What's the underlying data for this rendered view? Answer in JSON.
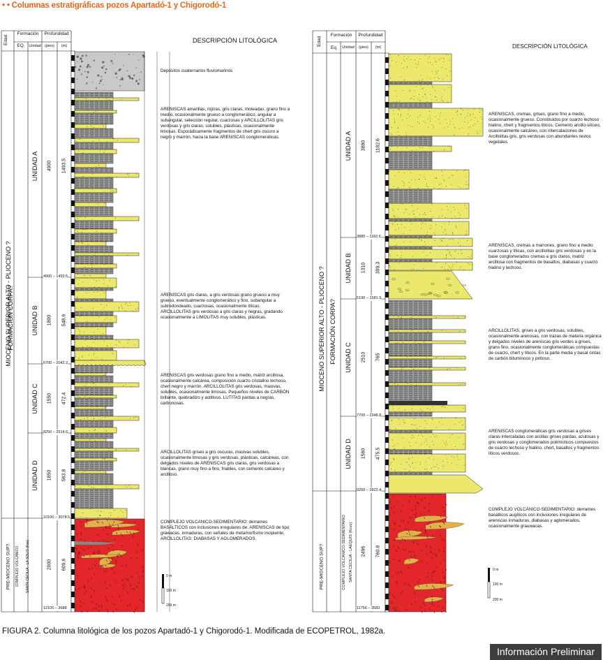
{
  "header": {
    "title": "• • Columnas estratigráficas pozos Apartadó-1 y Chigorodó-1"
  },
  "footer": {
    "caption": "FIGURA 2. Columna litológica de los pozos Apartadó-1 y Chigorodó-1. Modificada de ECOPETROL, 1982a.",
    "badge": "Información Preliminar"
  },
  "colors": {
    "sandstone": "#ece86c",
    "claystone": "#9a9a9a",
    "quaternary": "#c9c9c9",
    "volcanic": "#e3262a",
    "volcanic_inclusion": "#e3b14a",
    "title_orange": "#e8661a"
  },
  "apartado": {
    "col_edad": "Edad",
    "col_formacion": "Formación",
    "col_eq": "EQ.",
    "col_unidad": "Unidad",
    "col_profundidad": "Profundidad",
    "col_pies": "(pies)",
    "col_m": "(m)",
    "desc_title": "DESCRIPCIÓN LITOLÓGICA",
    "edad_main": "MIOCENO SUPERIOR ALTO - PLIOCENO ?",
    "edad_pre": "PRE-MIOCENO SUP?",
    "formacion_main": "FORMACIÓN CORPA?",
    "formacion_pre_1": "COMPLEJO VOLCANICO",
    "formacion_pre_2": "SANTA CECILIA - LA SOLIS (Kes)",
    "units": [
      {
        "name": "UNIDAD A",
        "pies": "4900",
        "m": "1493.5"
      },
      {
        "name": "UNIDAD B",
        "pies": "1800",
        "m": "548.6"
      },
      {
        "name": "UNIDAD C",
        "pies": "1550",
        "m": "472.4"
      },
      {
        "name": "UNIDAD D",
        "pies": "1850",
        "m": "563.8"
      },
      {
        "name": "",
        "pies": "2000",
        "m": "609.6"
      }
    ],
    "boundaries": [
      {
        "pies": "4900",
        "m": "1493.5"
      },
      {
        "pies": "6700",
        "m": "2042.2"
      },
      {
        "pies": "8250",
        "m": "2514.6"
      },
      {
        "pies": "10100",
        "m": "3078.5"
      },
      {
        "pies": "12100",
        "m": "3688"
      }
    ],
    "descriptions": [
      "Depósitos cuaternarios fluviomarinos",
      "ARENISCAS amarillas, rojizas, gris claras, moteadas, grano fino a medio, ocasionalmente grueso a conglomerático, angular a subangular, selección regular, cuarzosas y ARCILLOLITAS gris verdosas y gris claras, solubles, plásticas, ocasionalmente limosas. Esporádicamente fragmentos de chert gris oscuro a negro y marrón, hacia la base ARENISCAS conglomeráticas.",
      "ARENISCAS gris claras, a gris verdosas grano grueso a muy grueso, eventualmente conglomerático y fino, subangular a subredondeado, cuarzosas, ocasionalmente líticas. ARCILLOLITAS gris verdosas a gris claras y negras, gradando ocasionalmente a LIMOLITAS muy solubles, plásticas.",
      "ARENISCAS gris verdosas grano fino a medio, matriz arcillosa, ocasionalmente calcárea, composición cuarzo cristalino lechoso, chert negro y marrón. ARCILLOLITAS gris verdosas, masivas, solubles, ocasionalmente limosas. Pequeños niveles de CARBÓN brillante, quebradizo y astilloso. LUTITAS pardas a negras, carbonosas.",
      "ARCILLOLITAS grises a gris oscuras, masivas solubles, ocasionalmente limosas y gris verdosas, plásticas, calcáreas, con delgados niveles de ARENISCAS gris claras, gris verdosas a blancas, grano muy fino a fino, friables, con cemento calcáreo y arcilloso.",
      "COMPLEJO VOLCANICO-SEDIMENTARIO: derrames BASÁLTICOS con inclusiones irregulares de: ARENISCAS de tipo grawacas, inmaduras, con señales de metamorfismo incipiente; ARCILLOLITAS; DIABASAS Y AGLOMERADOS."
    ],
    "scale": [
      "0 m",
      "100 m",
      "200 m"
    ]
  },
  "chigorodo": {
    "col_edad": "Edad",
    "col_formacion": "Formación",
    "col_eq": "Eq",
    "col_unidad": "Unidad",
    "col_profundidad": "Profundidad",
    "col_pies": "(pies)",
    "col_m": "(m)",
    "desc_title": "DESCRIPCIÓN LITOLÓGICA",
    "edad_main": "MIOCENO SUPERIOR ALTO - PLIOCENO ?",
    "edad_pre": "PRE-MIOCENO SUP?",
    "formacion_main": "FORMACIÓN CORPA?",
    "formacion_pre_1": "COMPLEJO VOLCANICO-SEDIMENTARIO",
    "formacion_pre_2": "SANTA CECILIA - LAEQUIS (Kcvc)",
    "units": [
      {
        "name": "UNIDAD A",
        "pies": "3880",
        "m": "1182.6"
      },
      {
        "name": "UNIDAD B",
        "pies": "1310",
        "m": "399.3"
      },
      {
        "name": "UNIDAD C",
        "pies": "2510",
        "m": "765"
      },
      {
        "name": "UNIDAD D",
        "pies": "1560",
        "m": "475.5"
      },
      {
        "name": "",
        "pies": "2496",
        "m": "760.8"
      }
    ],
    "boundaries": [
      {
        "pies": "3880",
        "m": "1182.6"
      },
      {
        "pies": "5190",
        "m": "1581.9"
      },
      {
        "pies": "7700",
        "m": "2348.8"
      },
      {
        "pies": "9260",
        "m": "2822.4"
      },
      {
        "pies": "11756",
        "m": "3583"
      }
    ],
    "descriptions": [
      "ARENISCAS, cremas, grises, grano fino a medio, ocasionalmente grueso. Constituidos por cuarzo lechoso  hialino, chert y fragmentos líticos. Cemento arcillo-silíceo, ocasionalmente calcáreo, con intercalaciones de Arcillolitas gris, gris verdosas con abundantes restos vegetales.",
      "ARENISCAS, cremas a marrones, grano fino a medio cuarzosas y líticas, con arcillolitas gris verdosas y en la base conglomerados cremas a gris claros, matriz arcillosa con fragmentos de basaltos, diabasas y cuarzo hialino y lechoso.",
      "ARCILLOLITAS, grises a gris verdosas, solubles, ocasionalmente arenosas, con trazas de materia orgánica y delgados niveles de areniscas gris verdes a grises, grano fino, ocasionalmente conglomeráticas compuestas de cuarzo, chert y líticos. En la parte media y basal cintas de carbón bituminoso y piritoso.",
      "ARENISCAS conglomeráticas gris verdosas a grises claras intercaladas con arcillas grises pardas, azulosas y gris verdosas y conglomerados polimícticos compuestos de cuarzo lechoso y hialino, chert, basaltos y fragmentos líticos verdosos.",
      "COMPLEJO VOLCÁNICO-SEDIMENTARIO: derrames basálticos augíticos con inclusiones irregulares de areniscas inmaduras, diabasas y aglomerados, ocasionalmente grauwacas."
    ],
    "scale": [
      "0 m",
      "100 m",
      "200 m"
    ]
  }
}
